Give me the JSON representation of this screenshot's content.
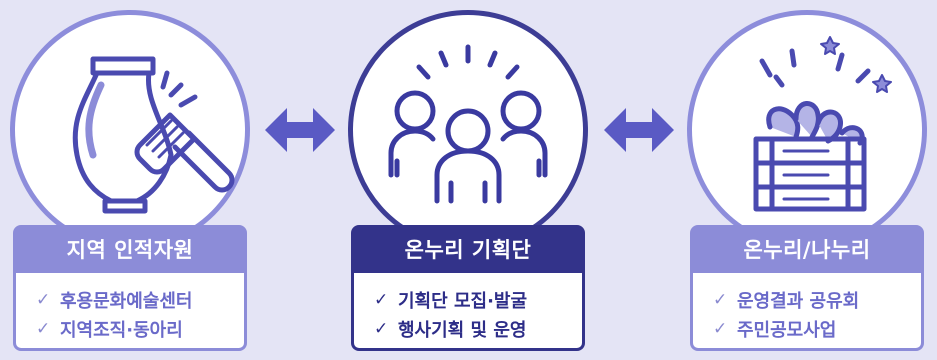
{
  "panels": [
    {
      "title": "지역 인적자원",
      "items": [
        "후용문화예술센터",
        "지역조직·동아리"
      ]
    },
    {
      "title": "온누리 기획단",
      "items": [
        "기획단 모집·발굴",
        "행사기획 및 운영"
      ]
    },
    {
      "title": "온누리/나누리",
      "items": [
        "운영결과 공유회",
        "주민공모사업"
      ]
    }
  ],
  "check_mark": "✓",
  "colors": {
    "background": "#e4e4f5",
    "side_accent": "#8c8cd8",
    "center_accent": "#33338a",
    "icon_stroke": "#4a4ab0"
  },
  "icons": [
    "vase-with-brush-icon",
    "people-group-icon",
    "sprouting-crate-icon",
    "double-arrow-icon"
  ]
}
